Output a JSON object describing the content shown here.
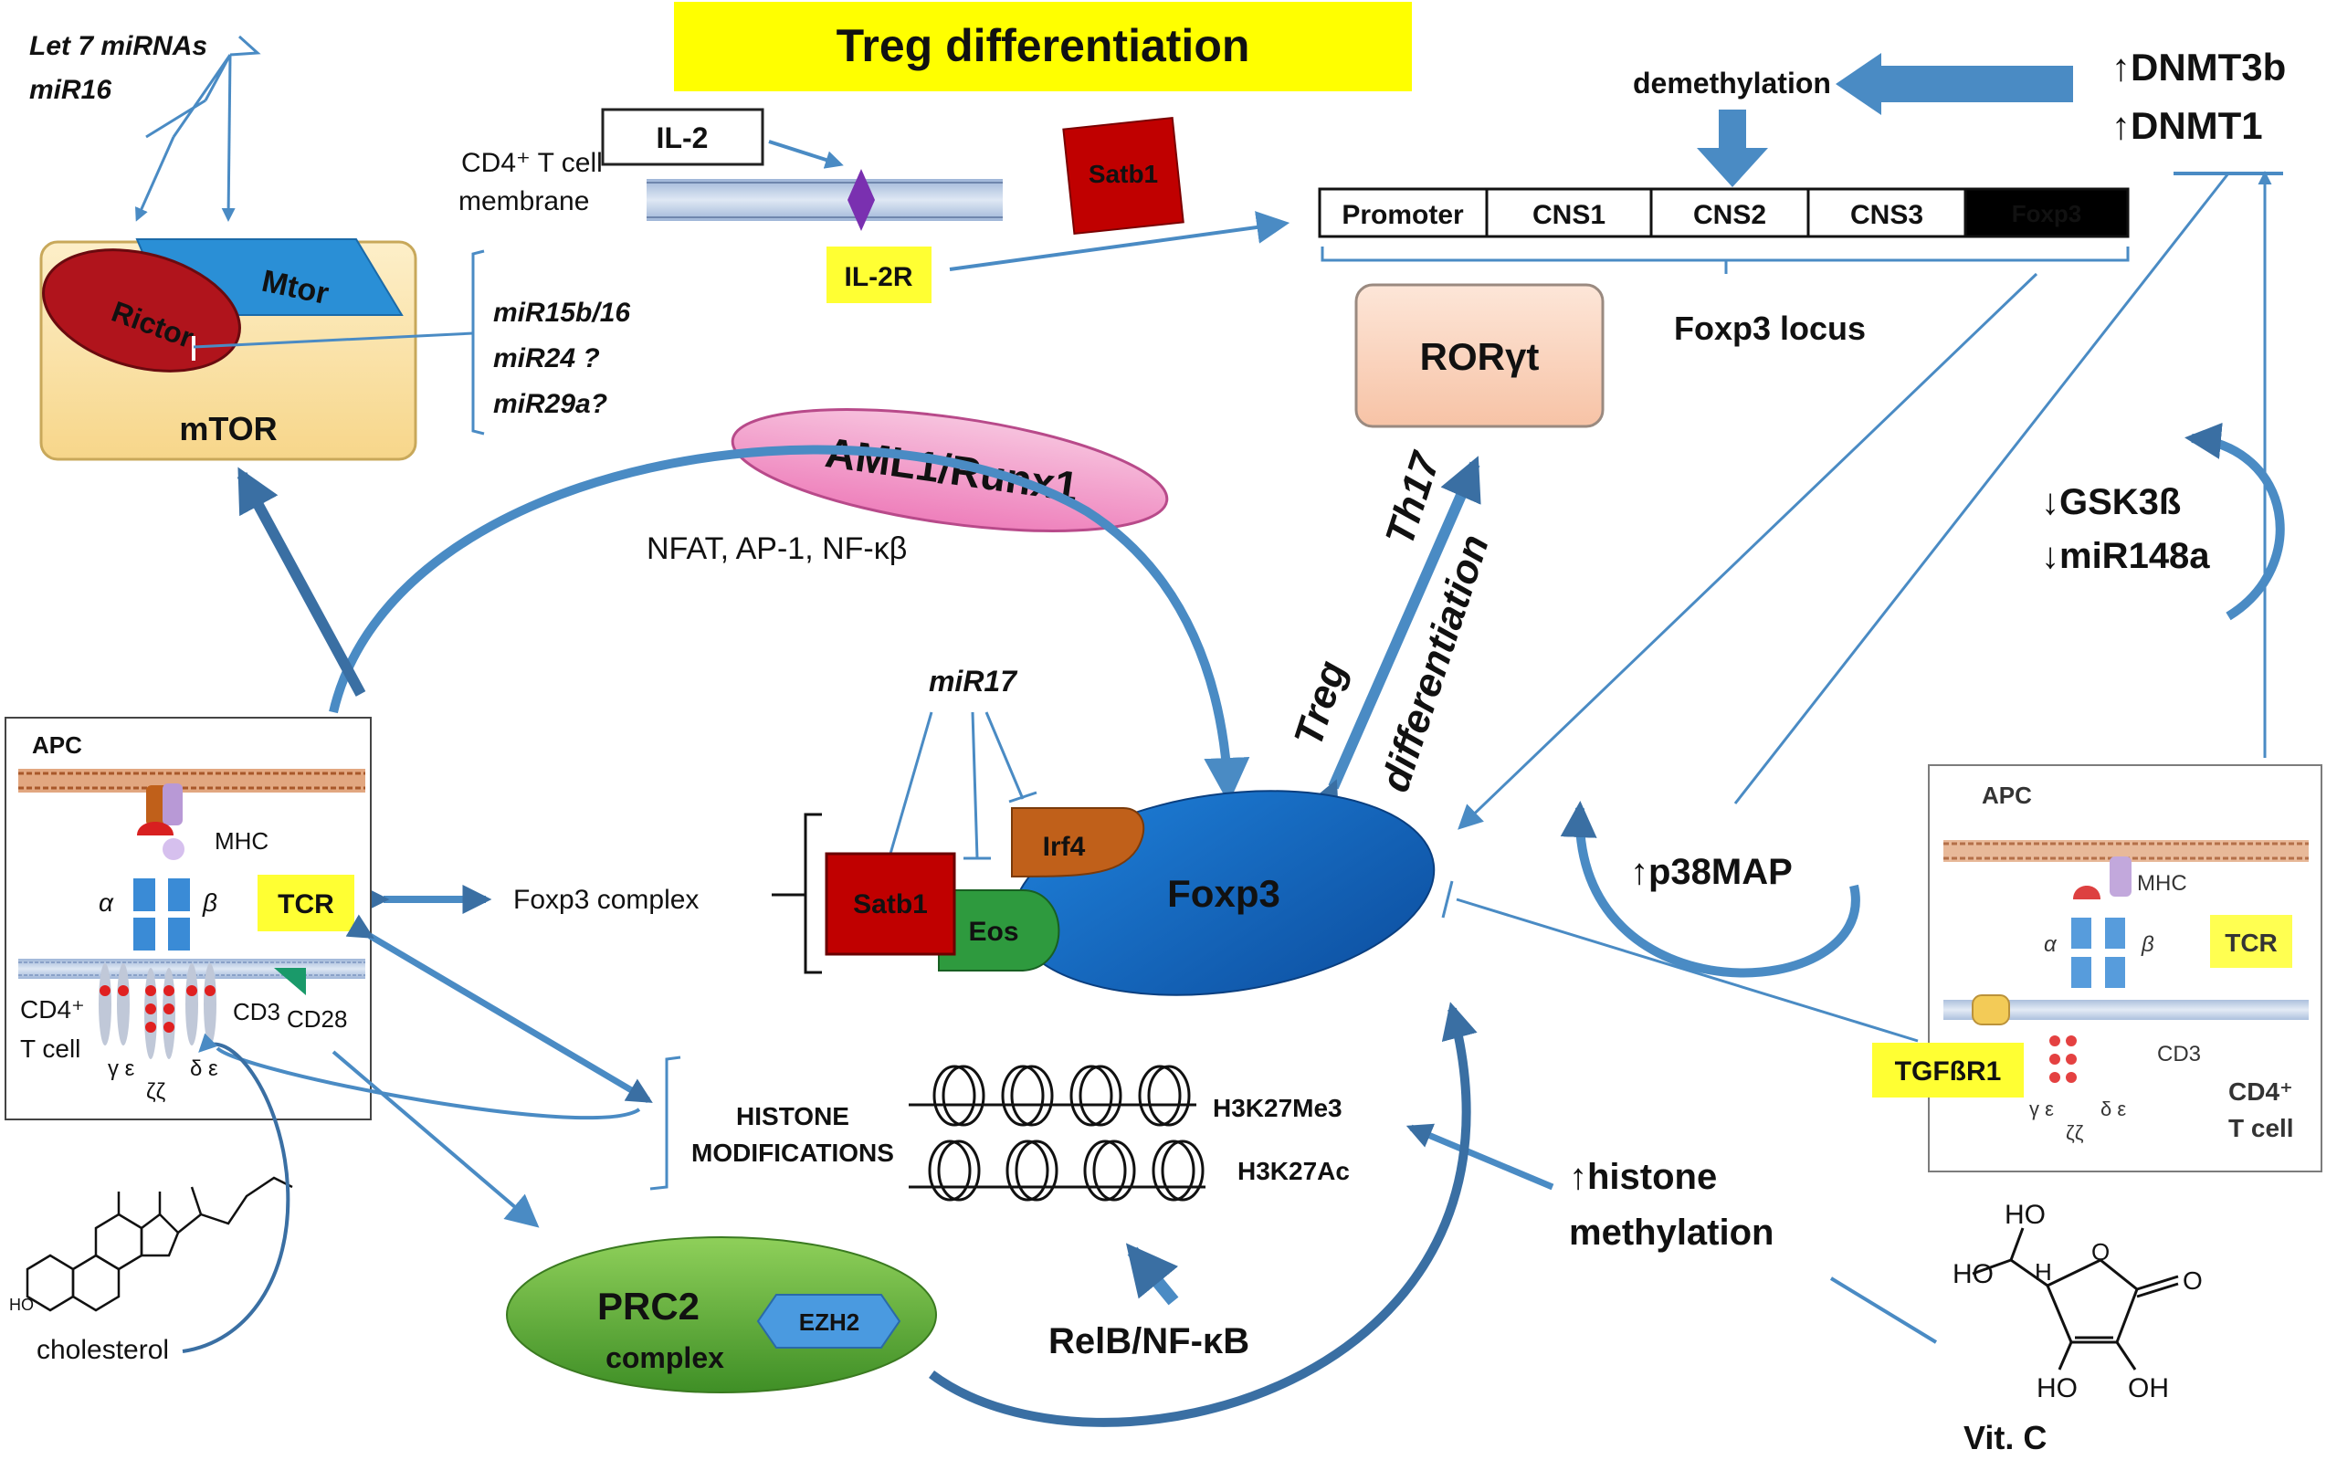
{
  "colors": {
    "arrow_blue": "#4a8bc4",
    "arrow_dark_blue": "#3a6fa3",
    "title_yellow": "#ffff00",
    "label_yellow": "#ffff33",
    "satb1_red": "#c00000",
    "foxp3_blue": "#1565c0",
    "eos_green": "#2e9a3e",
    "irf4_orange": "#c0601a",
    "aml1_pink": "#f29ac8",
    "prc2_green": "#6ab83c",
    "ror_peach": "#fbd5c0",
    "mtor_box": "#fbe3a8"
  },
  "icons": {
    "membrane": "lipid-bilayer-icon",
    "receptor": "il2-receptor-icon",
    "nucleosome": "nucleosome-icon",
    "cholesterol": "cholesterol-molecule-icon",
    "vitamin_c": "ascorbic-acid-molecule-icon"
  },
  "title": "Treg differentiation",
  "top_left": {
    "mirnas_line1": "Let 7 miRNAs",
    "mirnas_line2": "miR16"
  },
  "mtor_box": {
    "label": "mTOR",
    "rictor": "Rictor",
    "mtor": "Mtor",
    "inhibitors": [
      "miR15b/16",
      "miR24 ?",
      "miR29a?"
    ]
  },
  "membrane": {
    "line1": "CD4⁺ T cell",
    "line2": "membrane",
    "il2": "IL-2",
    "il2r": "IL-2R",
    "satb1": "Satb1"
  },
  "foxp3_locus": {
    "segments": [
      "Promoter",
      "CNS1",
      "CNS2",
      "CNS3",
      "Foxp3"
    ],
    "label": "Foxp3 locus",
    "demethylation": "demethylation",
    "dnmt3b": "↑DNMT3b",
    "dnmt1": "↑DNMT1"
  },
  "rorgt": "RORγt",
  "aml1": "AML1/Runx1",
  "nfat": "NFAT, AP-1, NF-κβ",
  "th17": {
    "th17": "Th17",
    "differentiation": "differentiation",
    "treg": "Treg"
  },
  "right_mid": {
    "gsk": "↓GSK3ß",
    "mir148": "↓miR148a",
    "p38": "↑p38MAP"
  },
  "foxp3_complex": {
    "mir17": "miR17",
    "satb1": "Satb1",
    "irf4": "Irf4",
    "eos": "Eos",
    "foxp3": "Foxp3",
    "complex_label": "Foxp3 complex"
  },
  "apc_left": {
    "apc": "APC",
    "mhc": "MHC",
    "alpha": "α",
    "beta": "β",
    "tcr": "TCR",
    "cd4_line1": "CD4⁺",
    "cd4_line2": "T cell",
    "cd3": "CD3",
    "cd28": "CD28",
    "gamma_eps": "γ ε",
    "zeta": "ζζ",
    "delta_eps": "δ ε"
  },
  "apc_right": {
    "apc": "APC",
    "mhc": "MHC",
    "alpha": "α",
    "beta": "β",
    "tcr": "TCR",
    "tgfbr1": "TGFßR1",
    "cd3": "CD3",
    "cd4_line1": "CD4⁺",
    "cd4_line2": "T cell",
    "gamma_eps": "γ ε",
    "zeta": "ζζ",
    "delta_eps": "δ ε"
  },
  "histone": {
    "line1": "HISTONE",
    "line2": "MODIFICATIONS",
    "h3k27me3": "H3K27Me3",
    "h3k27ac": "H3K27Ac",
    "methylation_line1": "↑histone",
    "methylation_line2": "methylation",
    "relb": "RelB/NF-κB"
  },
  "prc2": {
    "label": "PRC2",
    "complex": "complex",
    "ezh2": "EZH2"
  },
  "cholesterol": "cholesterol",
  "vitc": {
    "label": "Vit. C",
    "ho1": "HO",
    "ho2": "HO",
    "ho3": "HO",
    "oh": "OH",
    "o1": "O",
    "o2": "O",
    "h": "H"
  }
}
